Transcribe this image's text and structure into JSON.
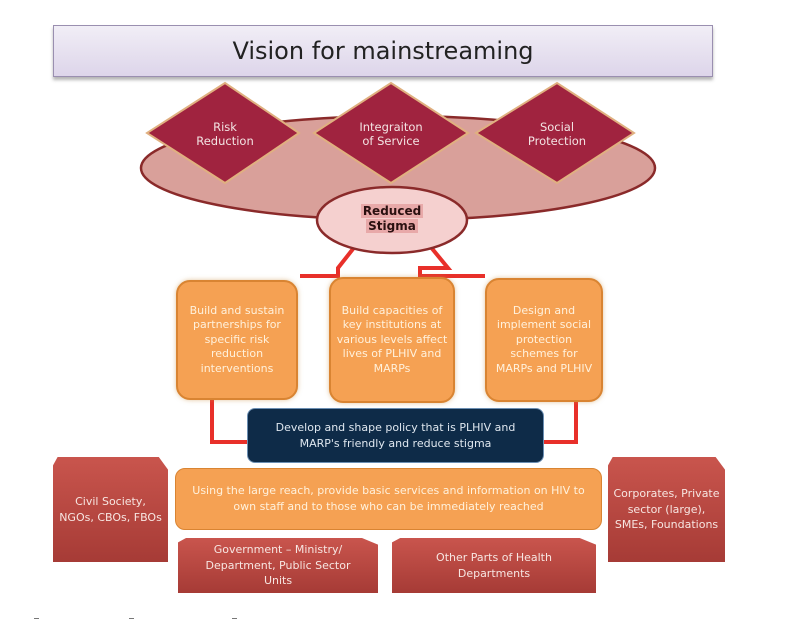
{
  "title": "Vision for mainstreaming",
  "pillars": [
    {
      "line1": "Risk",
      "line2": "Reduction"
    },
    {
      "line1": "Integraiton",
      "line2": "of Service"
    },
    {
      "line1": "Social",
      "line2": "Protection"
    }
  ],
  "center": {
    "line1": "Reduced",
    "line2": "Stigma"
  },
  "strategies": [
    "Build and sustain partnerships for specific risk reduction interventions",
    "Build capacities of key institutions at various levels affect lives of PLHIV and MARPs",
    "Design and implement social protection schemes for MARPs and PLHIV"
  ],
  "policy": "Develop and shape policy that is PLHIV and MARP's friendly and reduce stigma",
  "services": "Using the large reach, provide basic services and information on HIV to own staff and to those who can be immediately reached",
  "stakeholders": {
    "left": "Civil Society, NGOs, CBOs, FBOs",
    "right": "Corporates, Private sector (large), SMEs, Foundations",
    "bottom_left": "Government – Ministry/ Department, Public Sector Units",
    "bottom_right": "Other Parts of Health Departments"
  },
  "colors": {
    "diamond": "#a0233f",
    "ellipse": "#d9a09a",
    "connector": "#e8302a",
    "orange_box": "#f5a153",
    "policy_box": "#0e2b48",
    "stakeholder_box": "#b8463f"
  }
}
